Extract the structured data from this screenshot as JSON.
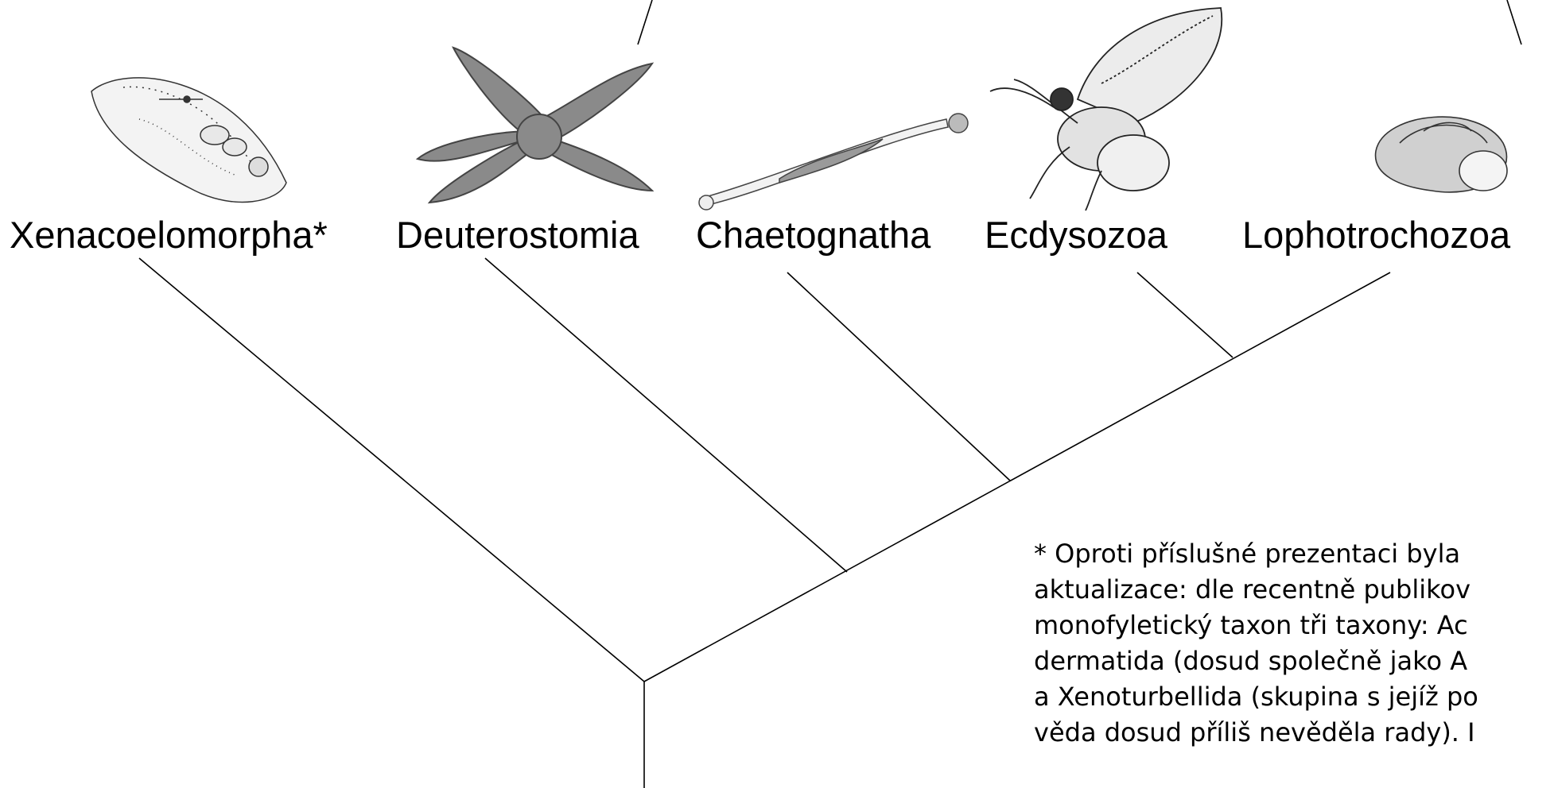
{
  "taxa": [
    {
      "label": "Xenacoelomorpha*",
      "illustration": "acoel-flatworm-drawing"
    },
    {
      "label": "Deuterostomia",
      "illustration": "starfish-drawing"
    },
    {
      "label": "Chaetognatha",
      "illustration": "arrow-worm-drawing"
    },
    {
      "label": "Ecdysozoa",
      "illustration": "beetle-drawing"
    },
    {
      "label": "Lophotrochozoa",
      "illustration": "snail-shell-drawing"
    }
  ],
  "footnote": {
    "lines": [
      "* Oproti příslušné prezentaci byla",
      "aktualizace: dle recentně publikov",
      "monofyletický taxon tři taxony: Ac",
      "dermatida (dosud společně jako A",
      "a Xenoturbellida (skupina s jejíž po",
      "věda dosud příliš nevěděla rady). I"
    ]
  },
  "colors": {
    "line": "#000000",
    "background": "#ffffff"
  }
}
